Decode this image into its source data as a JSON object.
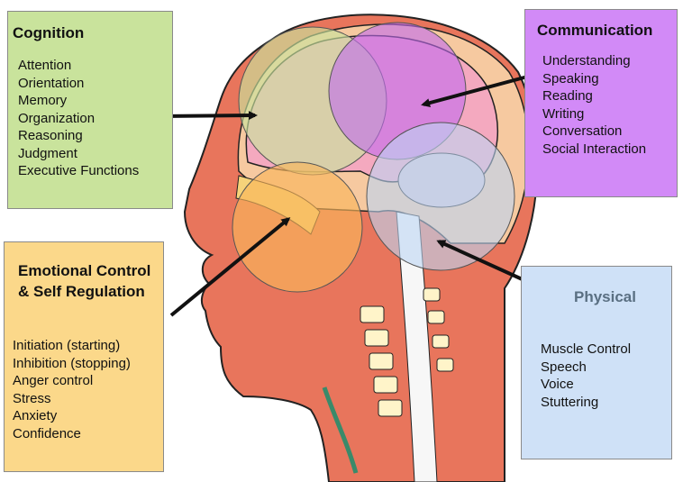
{
  "colors": {
    "cognition": "#c9e39c",
    "communication": "#d28af7",
    "emotional": "#fbd88a",
    "physical": "#cfe1f7"
  },
  "illustration": {
    "subject": "head-cross-section",
    "icon": "brain-head-icon"
  },
  "cognition": {
    "title": "Cognition",
    "items": [
      "Attention",
      "Orientation",
      "Memory",
      "Organization",
      "Reasoning",
      "Judgment",
      "Executive Functions"
    ]
  },
  "communication": {
    "title": "Communication",
    "items": [
      "Understanding",
      "Speaking",
      "Reading",
      "Writing",
      "Conversation",
      "Social Interaction"
    ]
  },
  "emotional": {
    "title": "Emotional Control & Self Regulation",
    "items": [
      "Initiation (starting)",
      "Inhibition (stopping)",
      "Anger control",
      "Stress",
      "Anxiety",
      "Confidence"
    ]
  },
  "physical": {
    "title": "Physical",
    "items": [
      "Muscle Control",
      "Speech",
      "Voice",
      "Stuttering"
    ]
  }
}
